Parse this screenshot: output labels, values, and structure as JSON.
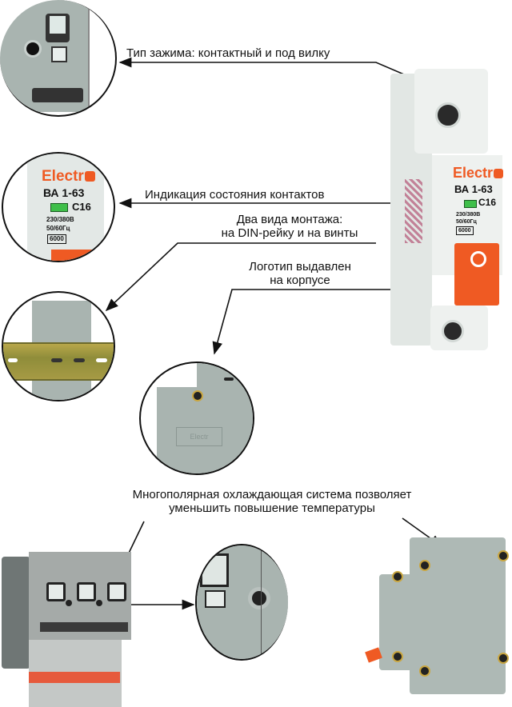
{
  "annotations": {
    "clamp_type": "Тип зажима: контактный и под вилку",
    "contact_indication": "Индикация состояния контактов",
    "mounting_line1": "Два вида монтажа:",
    "mounting_line2": "на DIN-рейку и на винты",
    "logo_line1": "Логотип выдавлен",
    "logo_line2": "на корпусе",
    "cooling_line1": "Многополярная охлаждающая система позволяет",
    "cooling_line2": "уменьшить повышение температуры"
  },
  "breaker_label": {
    "brand": "Electr",
    "model": "ВА 1-63",
    "rating": "С16",
    "voltage": "230/380В",
    "frequency": "50/60Гц",
    "capacity": "6000",
    "toggle_mark": "O"
  },
  "colors": {
    "brand_orange": "#ef5a23",
    "indicator_green": "#3fbf4a",
    "housing_gray": "#a9b4b0",
    "housing_light": "#e7ece9"
  }
}
